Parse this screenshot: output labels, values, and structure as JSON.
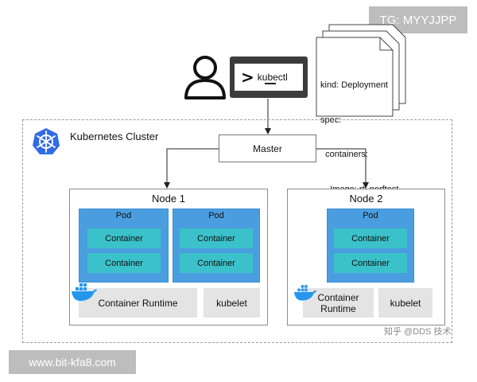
{
  "badges": {
    "tg": "TG: MYYJJPP",
    "url": "www.bit-kfa8.com"
  },
  "terminal": {
    "prompt": ">",
    "command": "kubectl"
  },
  "deployment_doc": {
    "lines": [
      "kind: Deployment",
      "spec:",
      "  containers:",
      "    Image: rti-perftest"
    ]
  },
  "cluster": {
    "title": "Kubernetes Cluster"
  },
  "master": {
    "label": "Master"
  },
  "nodes": [
    {
      "label": "Node 1",
      "pods": [
        {
          "label": "Pod",
          "containers": [
            "Container",
            "Container"
          ]
        },
        {
          "label": "Pod",
          "containers": [
            "Container",
            "Container"
          ]
        }
      ],
      "runtime": "Container Runtime",
      "kubelet": "kubelet"
    },
    {
      "label": "Node 2",
      "pods": [
        {
          "label": "Pod",
          "containers": [
            "Container",
            "Container"
          ]
        }
      ],
      "runtime": "Container Runtime",
      "kubelet": "kubelet"
    }
  ],
  "watermark": "知乎 @DDS 技术",
  "colors": {
    "pod": "#4a9ee0",
    "container": "#3bc1c9",
    "gray_box": "#e4e4e4",
    "k8s_blue": "#326ce5",
    "docker_blue": "#2496ed"
  }
}
